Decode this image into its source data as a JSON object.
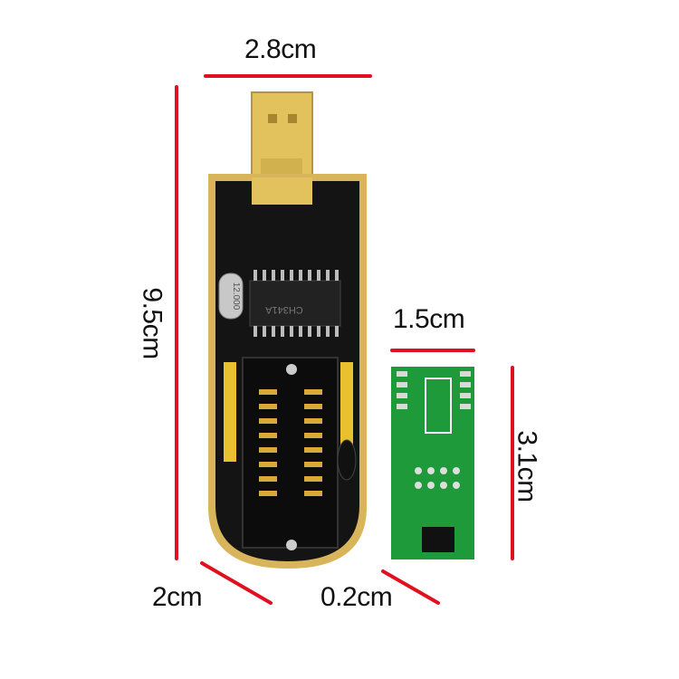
{
  "dimensions": {
    "width_label": "2.8cm",
    "length_label": "9.5cm",
    "thickness_label": "2cm",
    "adapter_width_label": "1.5cm",
    "adapter_length_label": "3.1cm",
    "adapter_thickness_label": "0.2cm"
  },
  "board": {
    "chip_label": "CH341A",
    "crystal_label": "12.000"
  },
  "colors": {
    "dimension_line": "#e0101e",
    "board_black": "#141414",
    "board_gold": "#d8b45a",
    "usb_gold": "#e2c25c",
    "adapter_green": "#1f9a3a"
  }
}
